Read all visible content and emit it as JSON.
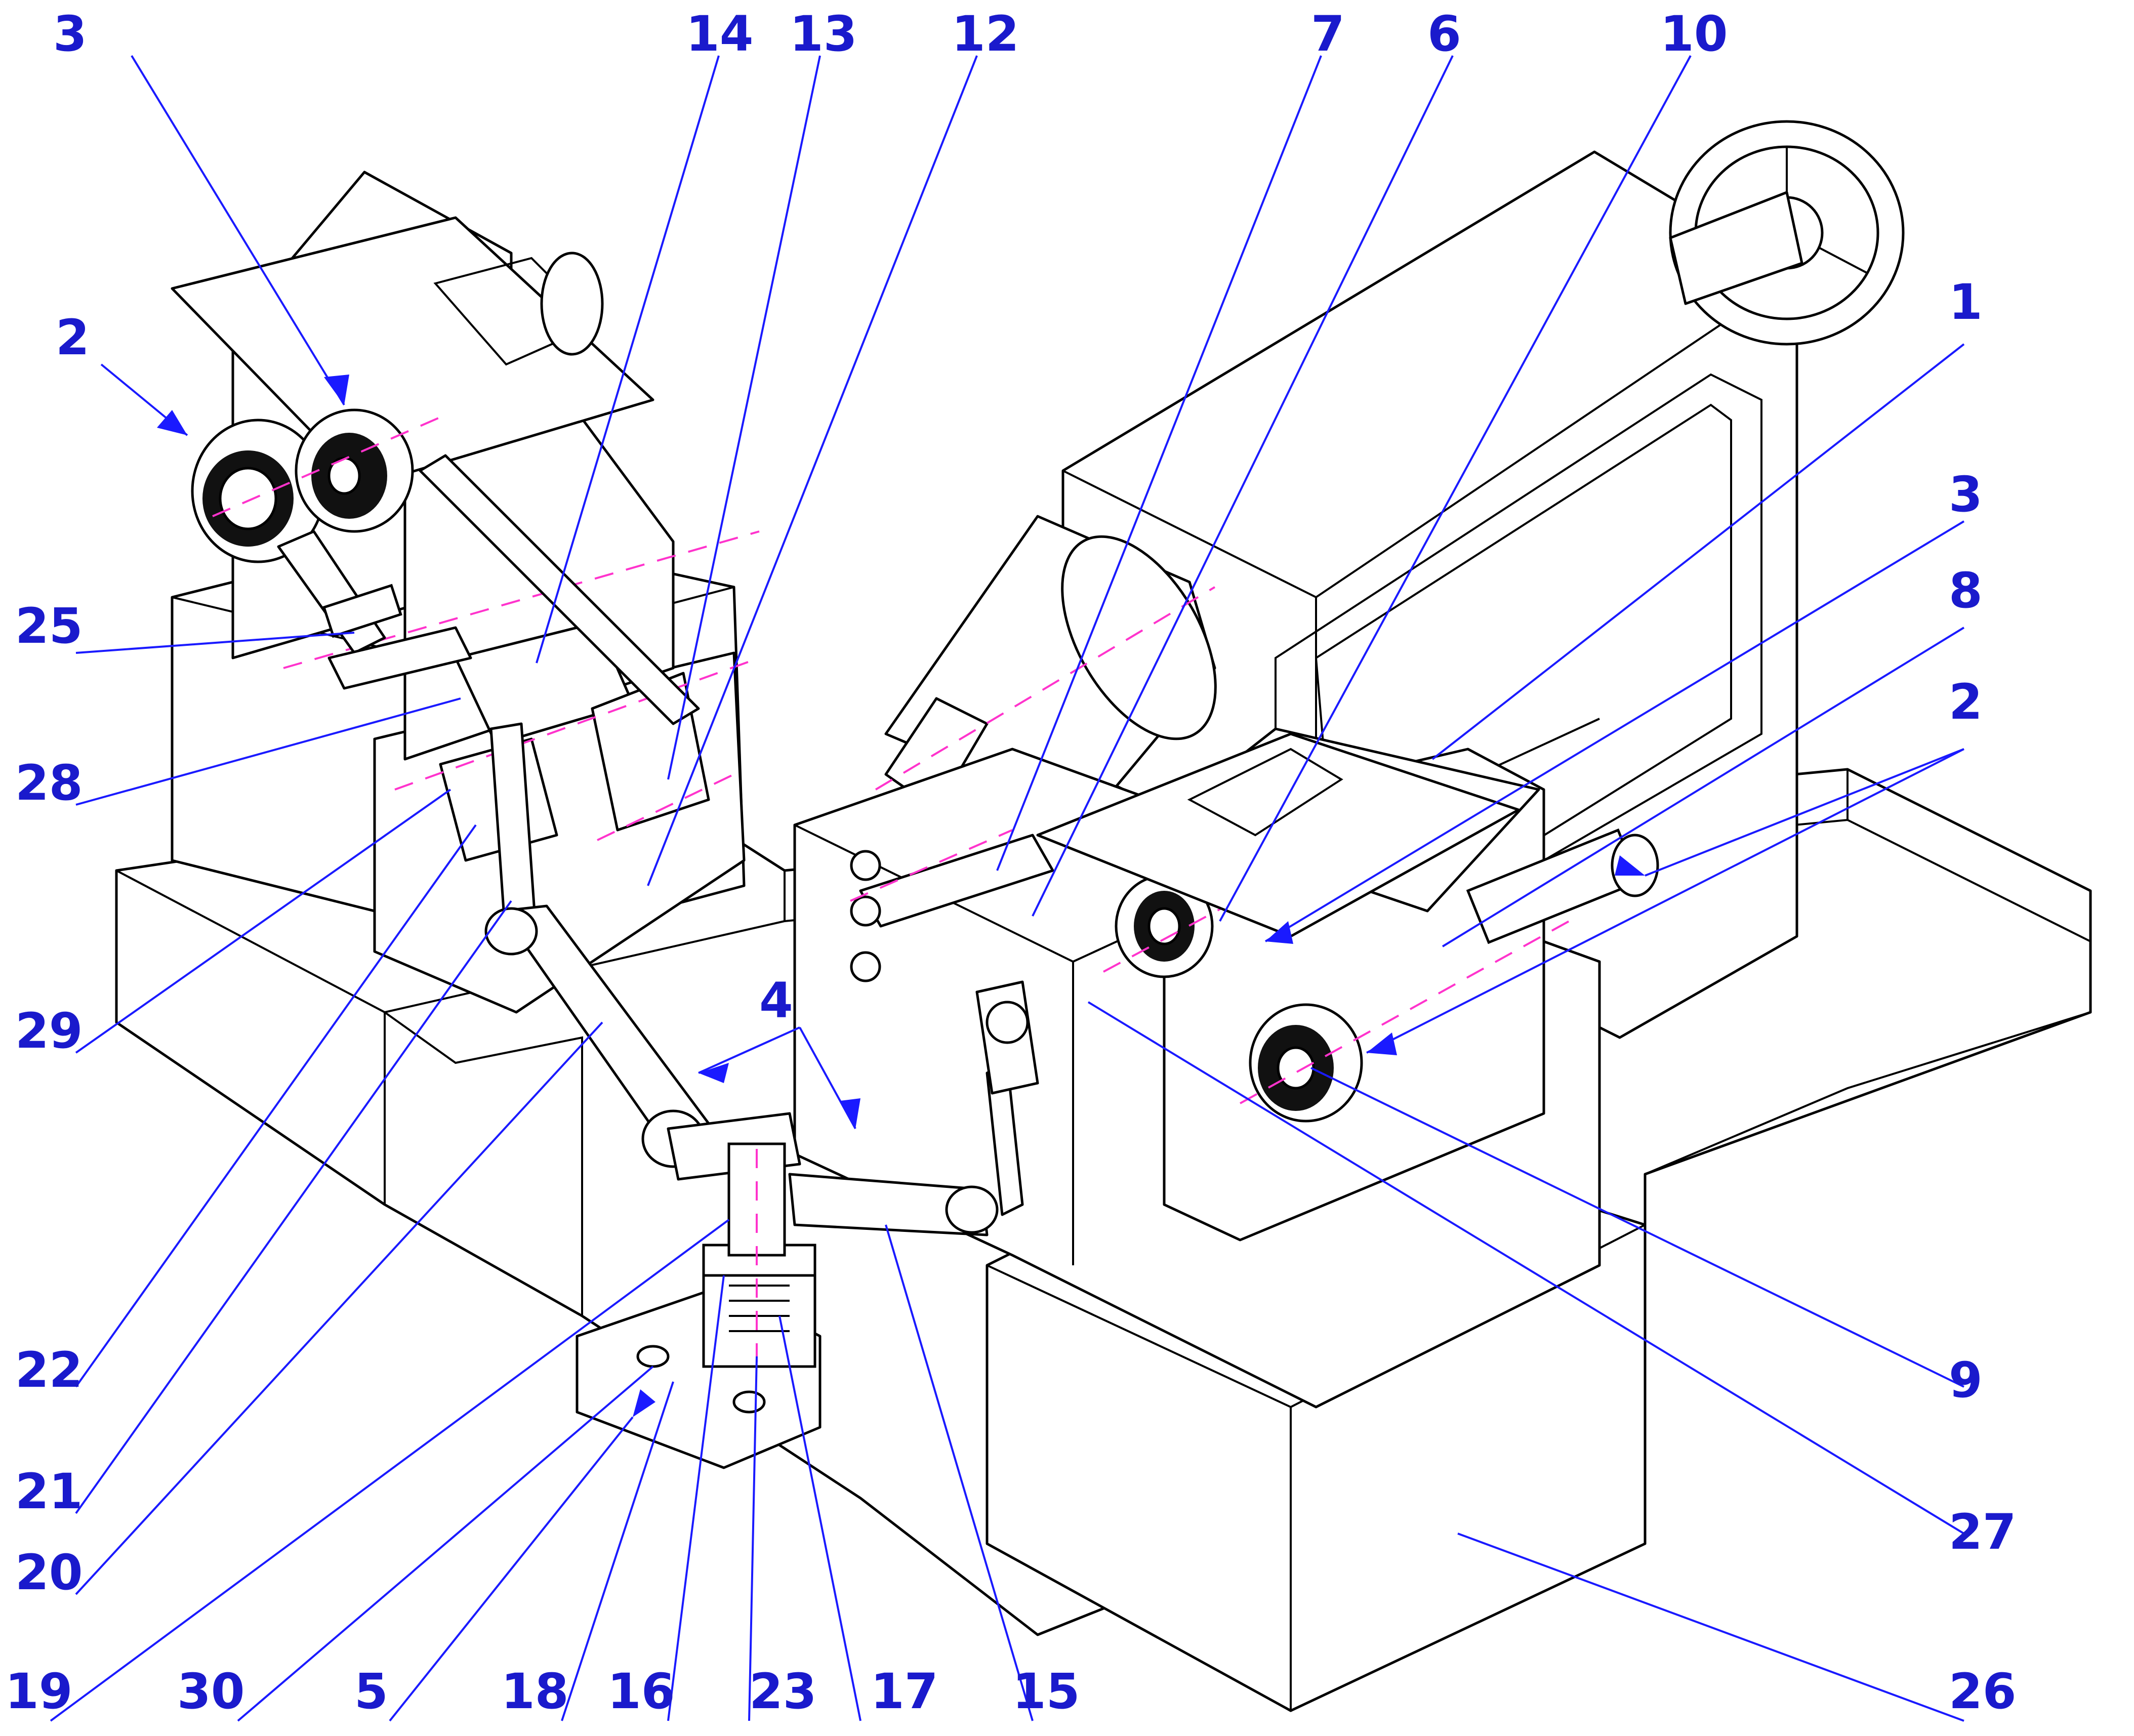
{
  "figure": {
    "colors": {
      "label": "#1a1acc",
      "leader": "#1a1aff",
      "axis": "#ff33cc",
      "outline": "#000000"
    },
    "callouts": [
      {
        "id": "c3a",
        "text": "3"
      },
      {
        "id": "c14",
        "text": "14"
      },
      {
        "id": "c13",
        "text": "13"
      },
      {
        "id": "c12",
        "text": "12"
      },
      {
        "id": "c7",
        "text": "7"
      },
      {
        "id": "c6",
        "text": "6"
      },
      {
        "id": "c10",
        "text": "10"
      },
      {
        "id": "c2a",
        "text": "2"
      },
      {
        "id": "c1",
        "text": "1"
      },
      {
        "id": "c3b",
        "text": "3"
      },
      {
        "id": "c8",
        "text": "8"
      },
      {
        "id": "c2b",
        "text": "2"
      },
      {
        "id": "c25",
        "text": "25"
      },
      {
        "id": "c28",
        "text": "28"
      },
      {
        "id": "c29",
        "text": "29"
      },
      {
        "id": "c4",
        "text": "4"
      },
      {
        "id": "c22",
        "text": "22"
      },
      {
        "id": "c21",
        "text": "21"
      },
      {
        "id": "c20",
        "text": "20"
      },
      {
        "id": "c9",
        "text": "9"
      },
      {
        "id": "c27",
        "text": "27"
      },
      {
        "id": "c19",
        "text": "19"
      },
      {
        "id": "c30",
        "text": "30"
      },
      {
        "id": "c5",
        "text": "5"
      },
      {
        "id": "c18",
        "text": "18"
      },
      {
        "id": "c16",
        "text": "16"
      },
      {
        "id": "c23",
        "text": "23"
      },
      {
        "id": "c17",
        "text": "17"
      },
      {
        "id": "c15",
        "text": "15"
      },
      {
        "id": "c26",
        "text": "26"
      }
    ]
  }
}
